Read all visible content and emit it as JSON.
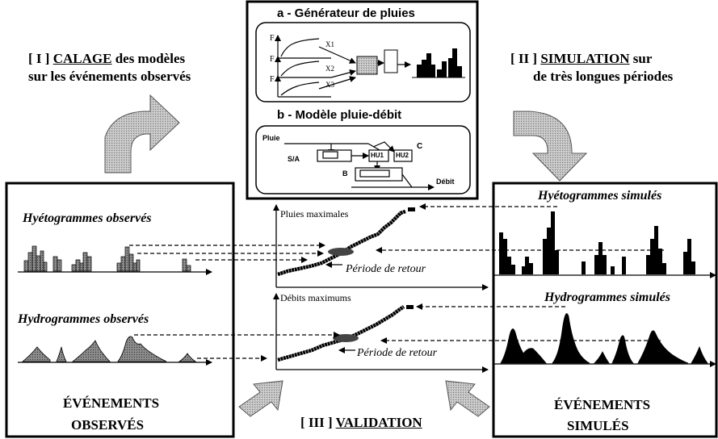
{
  "calage": {
    "bracket": "[ I ]",
    "keyword": "CALAGE",
    "rest_line1": " des modèles",
    "line2": "sur les événements observés"
  },
  "simulation": {
    "bracket": "[ II ]",
    "keyword": "SIMULATION",
    "rest_line1": " sur",
    "line2": "de très longues périodes"
  },
  "validation": {
    "bracket": "[ III ]",
    "keyword": "VALIDATION"
  },
  "generator": {
    "title": "a - Générateur de pluies",
    "axis_label": "F",
    "x_labels": [
      "X1",
      "X2",
      "X3"
    ]
  },
  "rainfall_runoff": {
    "title": "b - Modèle pluie-débit",
    "input_label": "Pluie",
    "sa_label": "S/A",
    "box1_label": "HU1",
    "box2_label": "HU2",
    "b_label": "B",
    "c_label": "C",
    "output_label": "Débit"
  },
  "observed": {
    "hyeto_title": "Hyétogrammes observés",
    "hydro_title": "Hydrogrammes observés",
    "footer_line1": "ÉVÉNEMENTS",
    "footer_line2": "OBSERVÉS"
  },
  "simulated": {
    "hyeto_title": "Hyétogrammes simulés",
    "hydro_title": "Hydrogrammes simulés",
    "footer_line1": "ÉVÉNEMENTS",
    "footer_line2": "SIMULÉS"
  },
  "center_plots": {
    "top_ylabel": "Pluies maximales",
    "top_xlabel": "Période de retour",
    "bottom_ylabel": "Débits maximums",
    "bottom_xlabel": "Période de retour"
  }
}
